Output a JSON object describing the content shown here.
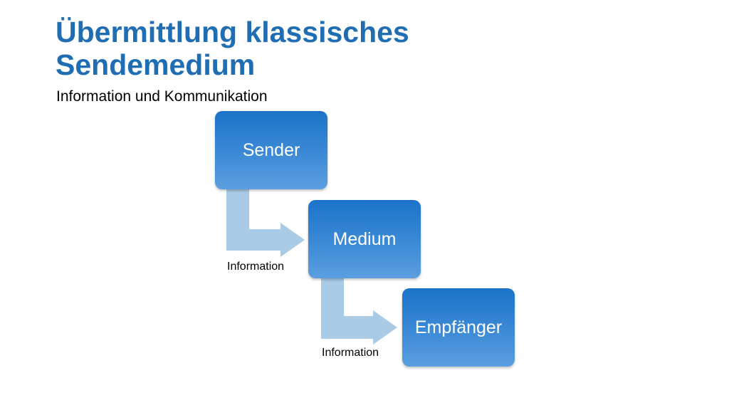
{
  "slide": {
    "title": "Übermittlung klassisches Sendemedium",
    "subtitle": "Information und Kommunikation"
  },
  "diagram": {
    "steps": [
      {
        "label": "Sender"
      },
      {
        "label": "Medium"
      },
      {
        "label": "Empfänger"
      }
    ],
    "arrows": [
      {
        "label": "Information"
      },
      {
        "label": "Information"
      }
    ],
    "colors": {
      "box_top": "#1b73c9",
      "box_bottom": "#5b9fe0",
      "arrow": "#a9cbe6",
      "title": "#1f6db3"
    }
  }
}
